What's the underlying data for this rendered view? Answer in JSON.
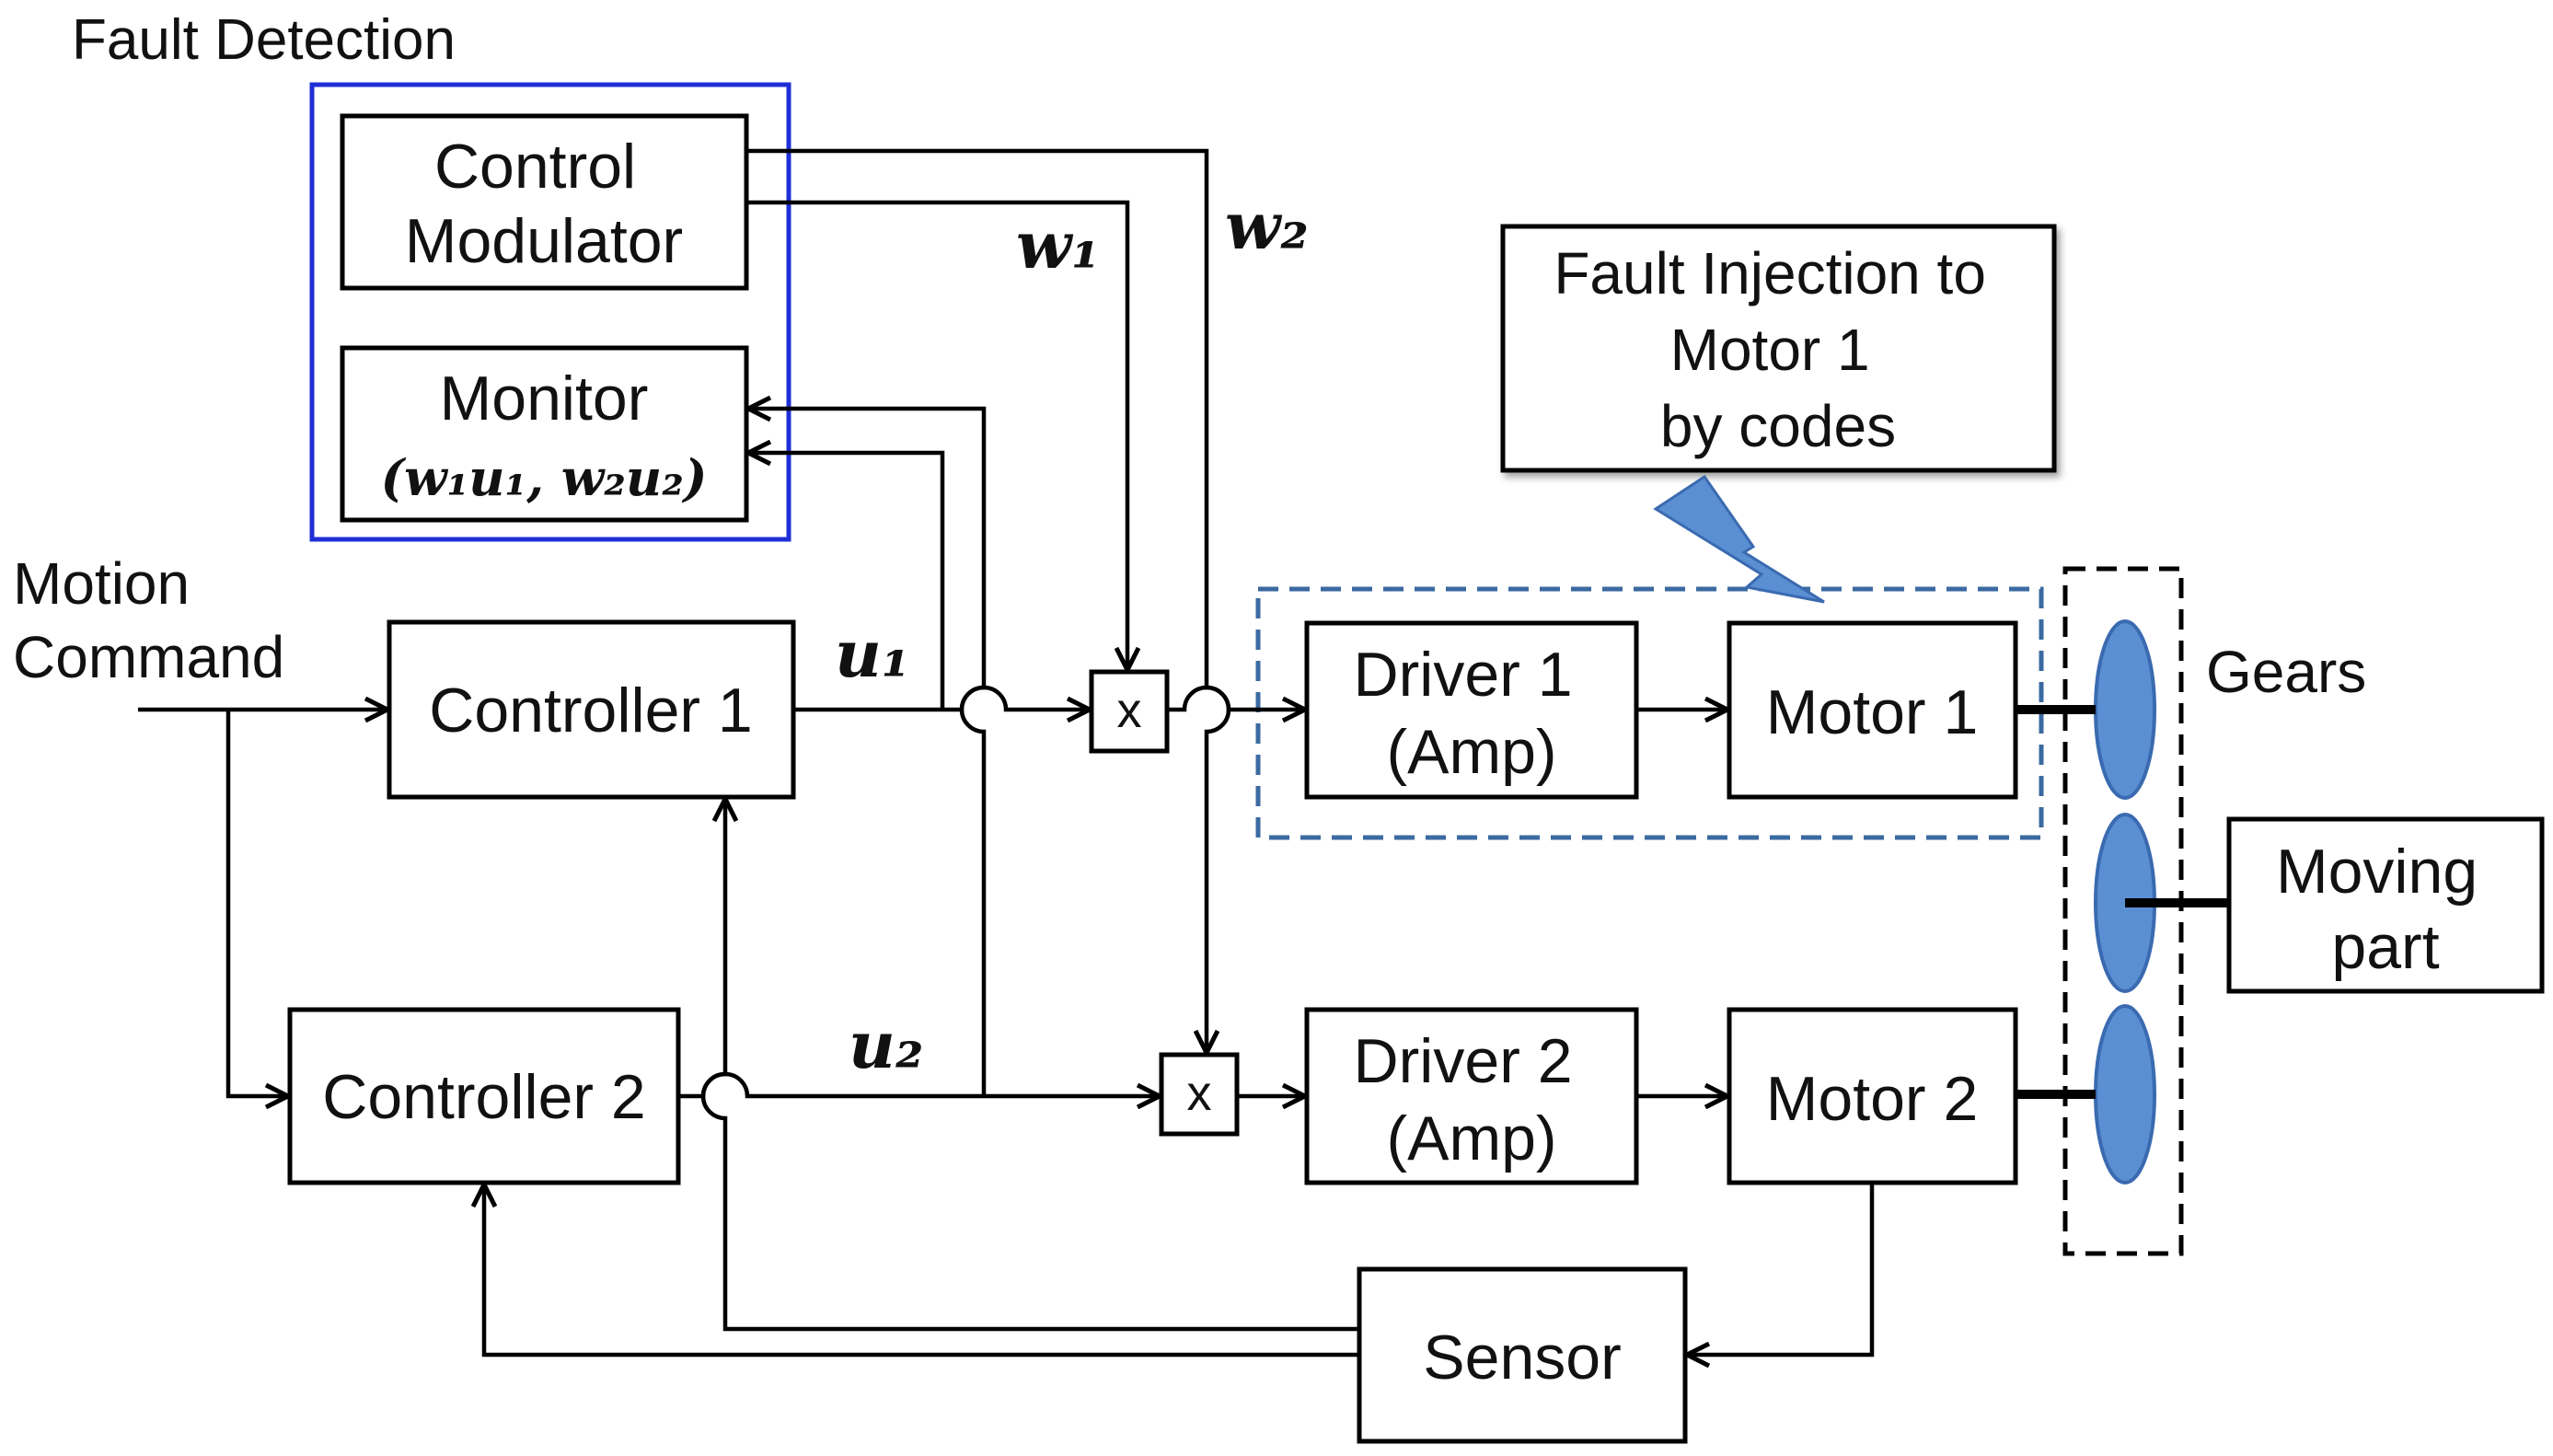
{
  "fault_detection": {
    "title": "Fault Detection",
    "control_modulator": [
      "Control",
      "Modulator"
    ],
    "monitor": [
      "Monitor",
      "(w₁u₁, w₂u₂)"
    ]
  },
  "inputs": {
    "motion_command": [
      "Motion",
      "Command"
    ]
  },
  "blocks": {
    "controller1": "Controller 1",
    "controller2": "Controller 2",
    "driver1": [
      "Driver 1",
      "(Amp)"
    ],
    "driver2": [
      "Driver 2",
      "(Amp)"
    ],
    "motor1": "Motor 1",
    "motor2": "Motor 2",
    "sensor": "Sensor",
    "moving_part": [
      "Moving",
      "part"
    ],
    "multiplier": "x"
  },
  "signals": {
    "u1": "u₁",
    "u2": "u₂",
    "w1": "w₁",
    "w2": "w₂"
  },
  "fault_injection": [
    "Fault Injection to",
    "Motor 1",
    "by codes"
  ],
  "gears_label": "Gears",
  "colors": {
    "fault_detection_border": "#1f2fd6",
    "injection_region": "#3b6aa0",
    "gear_fill": "#5b8fd3",
    "gear_stroke": "#3a6ab0"
  },
  "icons": {
    "fault_injection": "lightning-bolt-icon"
  }
}
